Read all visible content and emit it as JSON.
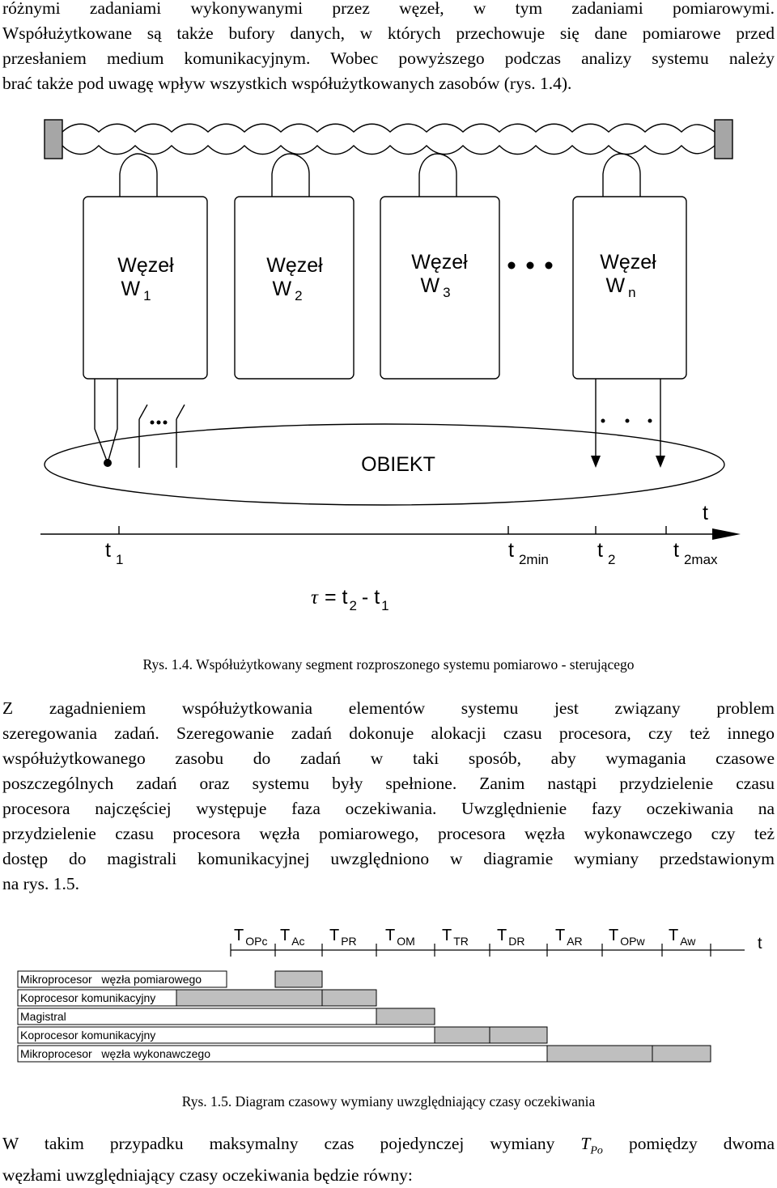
{
  "intro_paragraph": {
    "lines": [
      "różnymi zadaniami wykonywanymi przez węzeł, w tym zadaniami pomiarowymi.",
      "Współużytkowane są także bufory danych, w których przechowuje się dane pomiarowe przed",
      "przesłaniem medium komunikacyjnym. Wobec powyższego podczas analizy systemu należy",
      "brać także pod uwagę wpływ wszystkich współużytkowanych zasobów (rys. 1.4)."
    ]
  },
  "figure_1_4": {
    "nodes": [
      {
        "label": "Węzeł",
        "name": "W",
        "index": "1"
      },
      {
        "label": "Węzeł",
        "name": "W",
        "index": "2"
      },
      {
        "label": "Węzeł",
        "name": "W",
        "index": "3"
      },
      {
        "label": "Węzeł",
        "name": "W",
        "index": "n"
      }
    ],
    "object_label": "OBIEKT",
    "axis_label": "t",
    "time_marks": [
      {
        "symbol": "t",
        "sub": "1"
      },
      {
        "symbol": "t",
        "sub": "2min"
      },
      {
        "symbol": "t",
        "sub": "2"
      },
      {
        "symbol": "t",
        "sub": "2max"
      }
    ],
    "tau_formula": {
      "tau": "τ",
      "eq": "= t",
      "sub_a": "2",
      "minus": "- t",
      "sub_b": "1"
    },
    "caption": "Rys. 1.4. Współużytkowany segment rozproszonego systemu pomiarowo - sterującego"
  },
  "middle_paragraph": {
    "lines": [
      "Z zagadnieniem współużytkowania elementów systemu jest związany problem",
      "szeregowania zadań. Szeregowanie zadań dokonuje alokacji czasu procesora, czy też innego",
      "współużytkowanego zasobu do zadań w taki sposób, aby wymagania czasowe",
      "poszczególnych zadań oraz systemu były spełnione. Zanim nastąpi przydzielenie czasu",
      "procesora najczęściej występuje faza oczekiwania. Uwzględnienie fazy oczekiwania na",
      "przydzielenie czasu procesora węzła pomiarowego, procesora węzła wykonawczego czy też",
      "dostęp do magistrali komunikacyjnej uwzględniono w diagramie wymiany przedstawionym",
      "na rys. 1.5."
    ]
  },
  "figure_1_5": {
    "axis_label": "t",
    "phases": [
      {
        "sym": "T",
        "sub": "OPc"
      },
      {
        "sym": "T",
        "sub": "Ac"
      },
      {
        "sym": "T",
        "sub": "PR"
      },
      {
        "sym": "T",
        "sub": "OM"
      },
      {
        "sym": "T",
        "sub": "TR"
      },
      {
        "sym": "T",
        "sub": "DR"
      },
      {
        "sym": "T",
        "sub": "AR"
      },
      {
        "sym": "T",
        "sub": "OPw"
      },
      {
        "sym": "T",
        "sub": "Aw"
      }
    ],
    "rows": [
      "Mikroprocesor   węzła pomiarowego",
      "Koprocesor komunikacyjny",
      "Magistral",
      "Koprocesor komunikacyjny",
      "Mikroprocesor   węzła wykonawczego"
    ],
    "caption": "Rys. 1.5. Diagram czasowy wymiany uwzględniający czasy oczekiwania"
  },
  "final_paragraph": {
    "line1_before": "W takim przypadku maksymalny czas pojedynczej wymiany",
    "line1_sym": "T",
    "line1_sub": "Po",
    "line1_after": "pomiędzy dwoma",
    "line2": "węzłami uwzględniający czasy oczekiwania będzie równy:"
  },
  "colors": {
    "ink": "#000000",
    "fill_gray": "#bfbfbf",
    "end_block": "#a6a6a6"
  }
}
